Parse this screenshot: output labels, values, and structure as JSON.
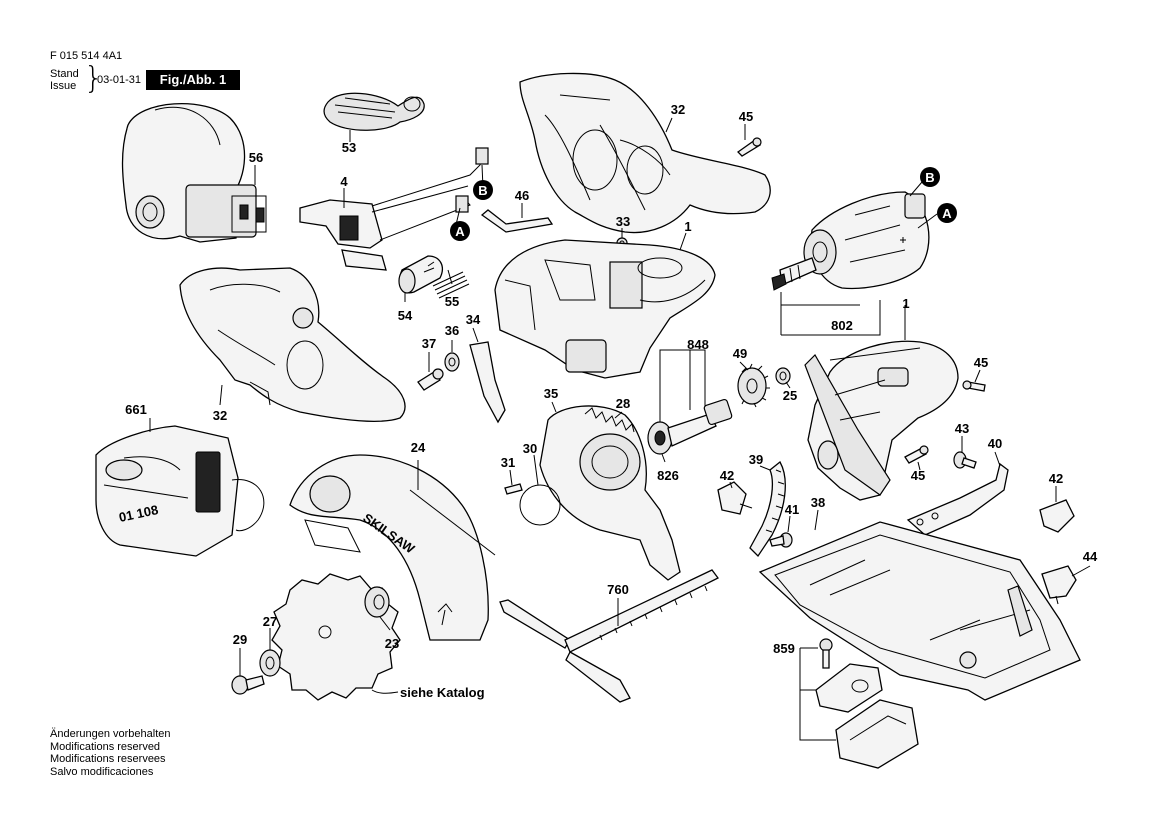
{
  "header": {
    "doc_number": "F 015 514 4A1",
    "stand_label": "Stand",
    "issue_label": "Issue",
    "date": "03-01-31",
    "figure_tag": "Fig./Abb. 1"
  },
  "part_labels": {
    "p56": "56",
    "p53": "53",
    "p4": "4",
    "p46": "46",
    "p32a": "32",
    "p45a": "45",
    "p33": "33",
    "p1a": "1",
    "p55": "55",
    "p54": "54",
    "p37": "37",
    "p36": "36",
    "p34": "34",
    "p32b": "32",
    "p661": "661",
    "p35": "35",
    "p28": "28",
    "p30": "30",
    "p31": "31",
    "p24": "24",
    "p848": "848",
    "p49": "49",
    "p25": "25",
    "p826": "826",
    "p802": "802",
    "p1b": "1",
    "p45b": "45",
    "p43": "43",
    "p40": "40",
    "p45c": "45",
    "p39": "39",
    "p42a": "42",
    "p41": "41",
    "p38": "38",
    "p42b": "42",
    "p44": "44",
    "p760": "760",
    "p27": "27",
    "p29": "29",
    "p23": "23",
    "p859": "859"
  },
  "callouts": {
    "a1": "A",
    "a2": "A",
    "b1": "B",
    "b2": "B"
  },
  "blade_note": "siehe Katalog",
  "brand_text": "SKILSAW",
  "charger_text": "01 108",
  "notes": [
    "Änderungen vorbehalten",
    "Modifications reserved",
    "Modifications reservees",
    "Salvo modificaciones"
  ]
}
